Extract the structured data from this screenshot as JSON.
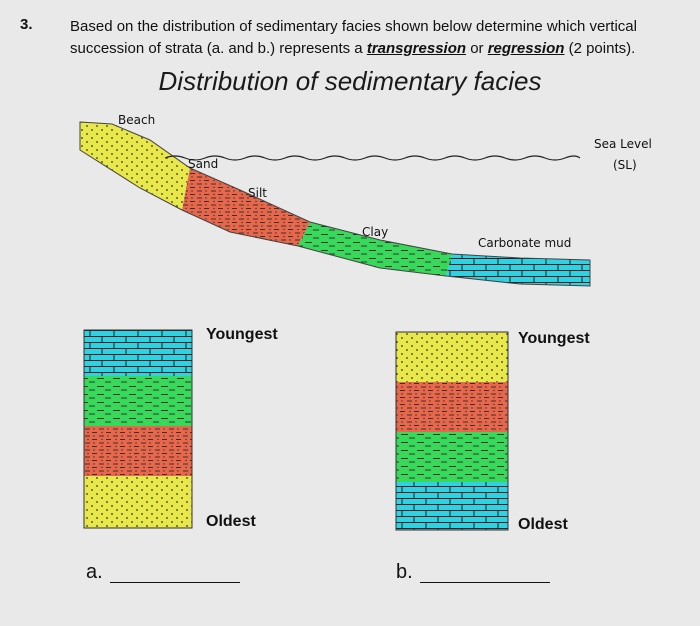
{
  "question": {
    "number": "3.",
    "text_1": "Based on the distribution of sedimentary facies shown below determine which vertical succession of strata (a. and b.) represents a ",
    "term_1": "transgression",
    "or_word": " or ",
    "term_2": "regression",
    "text_2": " (2 points)."
  },
  "diagram": {
    "title": "Distribution of sedimentary facies",
    "labels": {
      "beach": "Beach",
      "sand": "Sand",
      "silt": "Silt",
      "clay": "Clay",
      "carbonate_mud": "Carbonate mud",
      "sea_level": "Sea Level",
      "sea_level_abbr": "(SL)"
    },
    "colors": {
      "sand": "#e8e84a",
      "silt": "#e8674a",
      "clay": "#38d85a",
      "carbonate_mud": "#2fd2e0"
    }
  },
  "columns": {
    "a": {
      "label": "a.",
      "top_label": "Youngest",
      "bottom_label": "Oldest",
      "layers_top_to_bottom": [
        "carbonate mud",
        "clay",
        "silt",
        "sand"
      ]
    },
    "b": {
      "label": "b.",
      "top_label": "Youngest",
      "bottom_label": "Oldest",
      "layers_top_to_bottom": [
        "sand",
        "silt",
        "clay",
        "carbonate mud"
      ]
    }
  }
}
